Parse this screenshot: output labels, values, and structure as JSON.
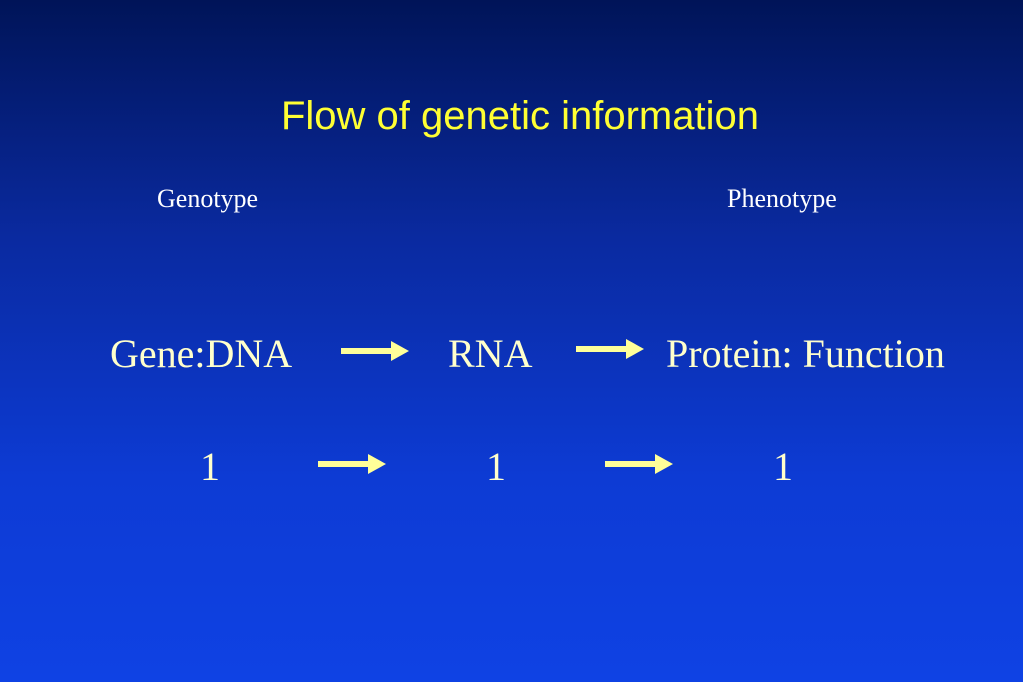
{
  "slide": {
    "title": "Flow of genetic information",
    "labels": {
      "left": "Genotype",
      "right": "Phenotype"
    },
    "flow_row": {
      "items": [
        "Gene:DNA",
        "RNA",
        "Protein: Function"
      ]
    },
    "ratio_row": {
      "items": [
        "1",
        "1",
        "1"
      ]
    },
    "colors": {
      "title": "#ffff33",
      "text": "#ffffcc",
      "arrow": "#ffff99",
      "background_top": "#001458",
      "background_bottom": "#0f42e4"
    },
    "arrow_icon": "right-arrow-icon"
  }
}
